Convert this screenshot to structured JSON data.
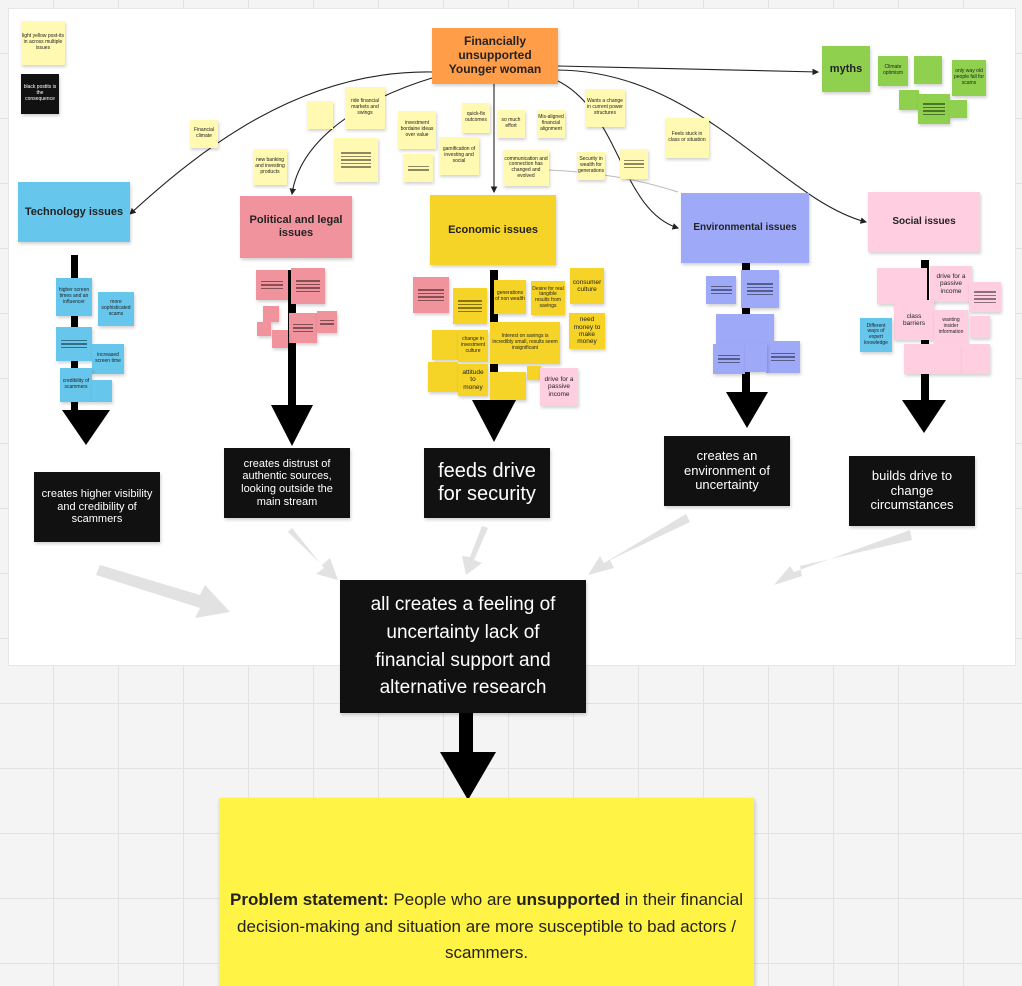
{
  "legend": {
    "yellow_note": "light yellow post-its in across multiple issues",
    "black_note": "black postits is the consequence"
  },
  "center": {
    "title": "Financially unsupported Younger woman"
  },
  "myths": {
    "label": "myths",
    "notes": [
      "Climate optimism",
      "only way old people fall for scams"
    ]
  },
  "top_notes": {
    "financial_climate": "Financial climate",
    "ride_markets": "ride financial markets and swings",
    "investment": "investment bordaine ideas over value",
    "quick_fix": "quick-fix outcomes",
    "so_much_effort": "so much effort",
    "mis_alignment": "Mis-aligned financial alignment",
    "wants_change": "Wants a change in current power structures",
    "feels_stuck": "Feels stuck in class or situation",
    "new_banking": "new banking and investing products",
    "gamification": "gamification of investing and social",
    "communication": "communication and connection has changed and evolved",
    "security_wealth": "Security in wealth for generations"
  },
  "categories": {
    "technology": "Technology issues",
    "political": "Political and legal issues",
    "economic": "Economic issues",
    "environmental": "Environmental issues",
    "social": "Social issues"
  },
  "tech_notes": {
    "screen_times": "higher screen times and an influencer",
    "more_sophisticated": "more sophisticated scams",
    "increased_screen": "increased screen time",
    "credibility": "credibility of scammers"
  },
  "econ_notes": {
    "generations_wealth": "generations of non wealth",
    "tangible": "Desire for real tangible results from savings",
    "consumer_culture": "consumer culture",
    "need_money": "need money to make money",
    "change_structure": "change in investment culture",
    "interest_rates": "Interest on savings is incredibly small, results seem insignificant",
    "attitude_money": "attitude to money",
    "drive_passive": "drive for a passive income"
  },
  "social_notes": {
    "drive_passive": "drive for a passive income",
    "class_barriers": "class barriers",
    "different_expert": "Different ways of expert knowledge",
    "wanting_insider": "wanting insider information"
  },
  "consequences": {
    "technology": "creates higher visibility and credibility of scammers",
    "political": "creates distrust of authentic sources, looking outside the main stream",
    "economic": "feeds drive for security",
    "environmental": "creates an environment of uncertainty",
    "social": "builds drive to change circumstances"
  },
  "summary": "all creates a feeling of uncertainty lack of financial support and alternative research",
  "problem": {
    "label": "Problem statement:",
    "part1": " People who are ",
    "emphasis": "unsupported",
    "part2": " in their financial decision-making and situation are more susceptible to bad actors / scammers."
  },
  "colors": {
    "center": "#ff9d48",
    "myths": "#8fd14f",
    "technology": "#67c6eb",
    "political": "#f0939d",
    "economic": "#f5d327",
    "environmental": "#9ea9f7",
    "social": "#ffcee0",
    "problem": "#fff345",
    "consequence": "#111111"
  }
}
